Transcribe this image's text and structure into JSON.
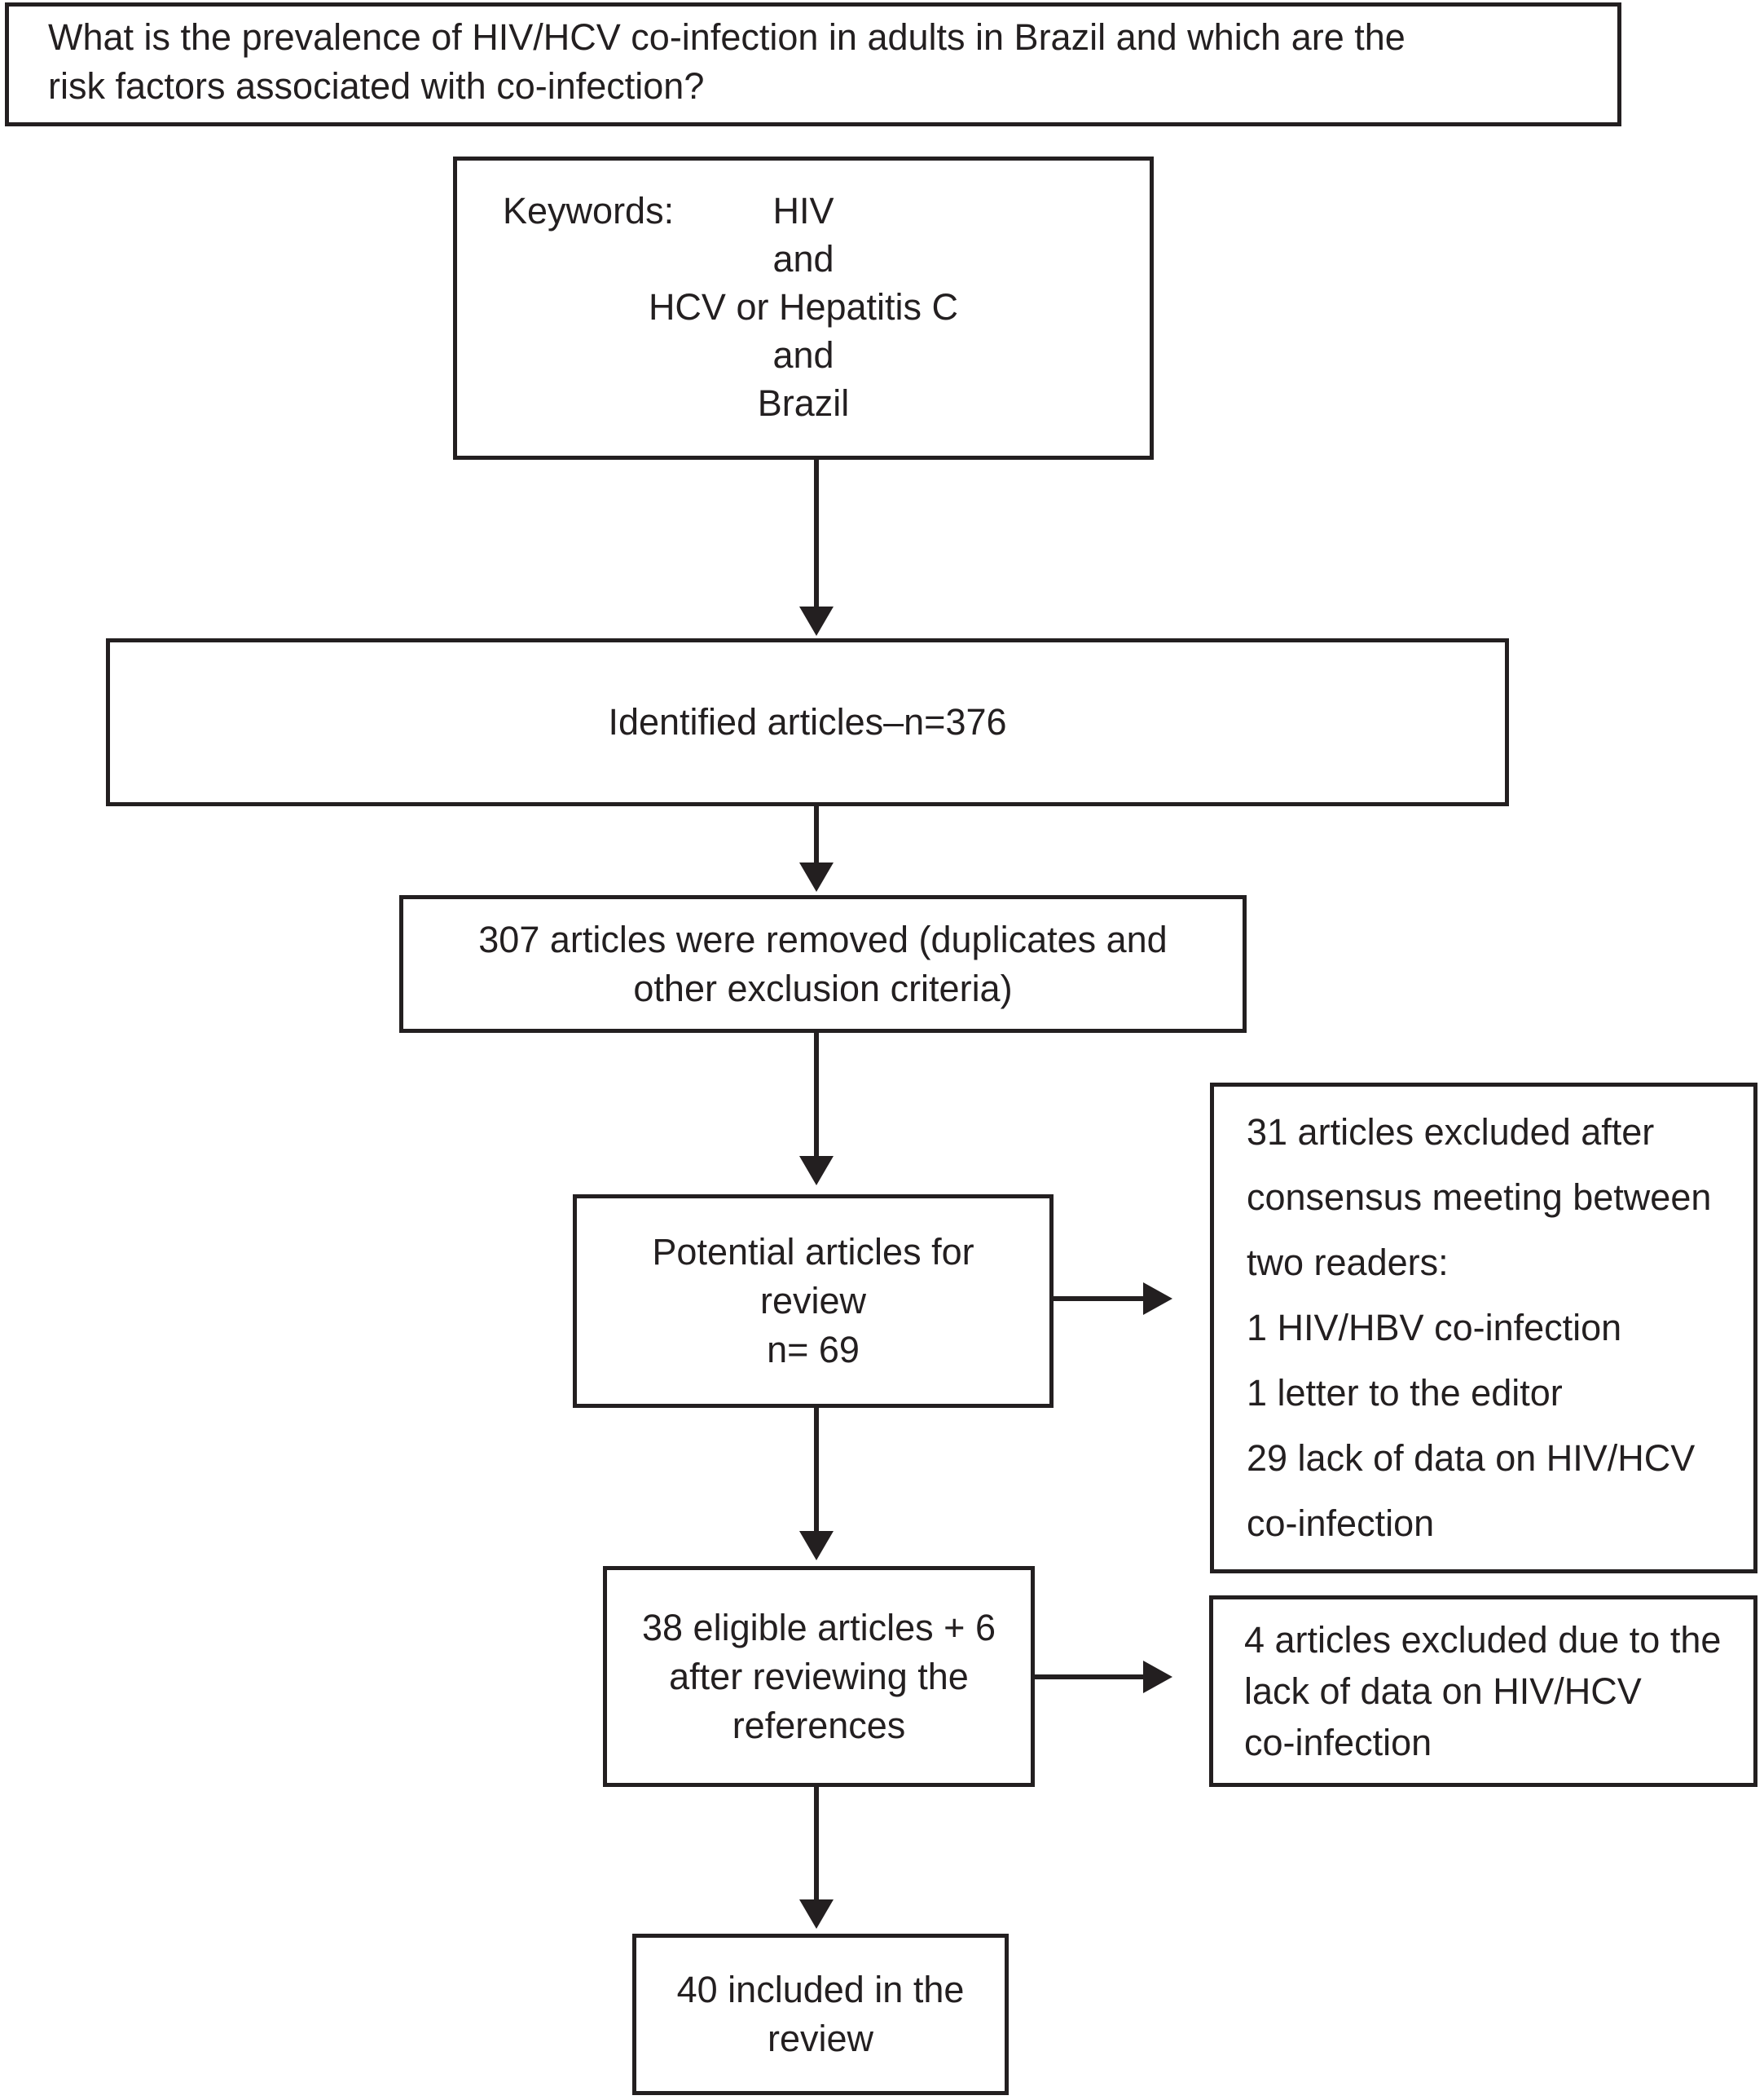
{
  "diagram": {
    "colors": {
      "ink": "#231f20",
      "background": "#ffffff"
    },
    "question": {
      "text": "What is the prevalence of HIV/HCV co-infection in adults in Brazil and which are the\nrisk factors associated with co-infection?"
    },
    "keywords": {
      "label": "Keywords:",
      "terms": "HIV\nand\nHCV or Hepatitis C\nand\nBrazil"
    },
    "identified": {
      "text": "Identified articles–n=376"
    },
    "removed": {
      "text": "307 articles were removed (duplicates and\nother exclusion criteria)"
    },
    "potential": {
      "text": "Potential articles for\nreview\nn= 69"
    },
    "excluded_consensus": {
      "text": "31 articles excluded after\nconsensus meeting between\ntwo readers:\n1 HIV/HBV co-infection\n1 letter to the editor\n29 lack of data on HIV/HCV\nco-infection"
    },
    "eligible": {
      "text": "38 eligible articles + 6\nafter reviewing the\nreferences"
    },
    "excluded_lack": {
      "text": "4 articles excluded due to the\nlack of data on HIV/HCV\nco-infection"
    },
    "included": {
      "text": "40 included in the\nreview"
    }
  }
}
